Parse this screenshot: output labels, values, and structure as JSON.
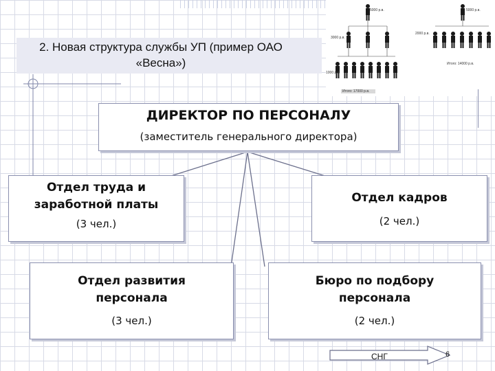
{
  "slide": {
    "title": "2. Новая структура службы УП (пример ОАО «Весна»)",
    "page_number": "6"
  },
  "director": {
    "title": "ДИРЕКТОР ПО ПЕРСОНАЛУ",
    "subtitle": "(заместитель генерального директора)"
  },
  "departments": [
    {
      "title": "Отдел труда и заработной платы",
      "count": "(3 чел.)"
    },
    {
      "title": "Отдел кадров",
      "count": "(2 чел.)"
    },
    {
      "title": "Отдел развития персонала",
      "count": "(3 чел.)"
    },
    {
      "title": "Бюро по подбору персонала",
      "count": "(2 чел.)"
    }
  ],
  "nav_arrow": {
    "label": "СНГ"
  },
  "inset_labels": {
    "a": "5000 р.в.",
    "b": "3000 р.в.",
    "c": "1000 р.в.",
    "d": "Итого: 17000 р.в.",
    "e": "5000 р.в.",
    "f": "2000 р.в.",
    "g": "Итого: 14000 р.в."
  },
  "colors": {
    "box_border": "#8a8fae",
    "connector": "#6b6f8c",
    "title_band": "#e9eaf3"
  }
}
